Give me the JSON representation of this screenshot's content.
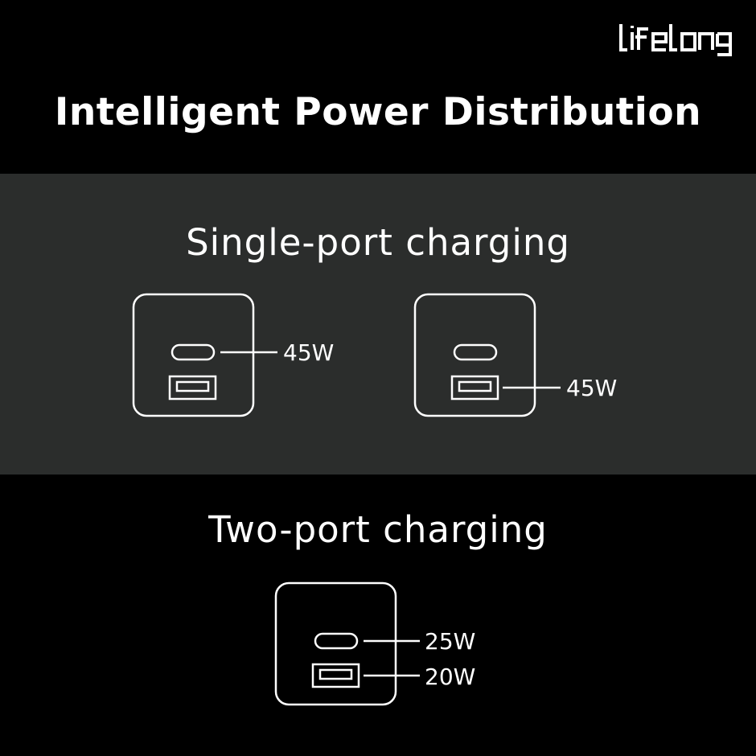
{
  "brand": {
    "logo_text": "lifelong"
  },
  "headline": "Intelligent Power Distribution",
  "single_port": {
    "title": "Single-port charging",
    "charger_a": {
      "usb_c_label": "45W"
    },
    "charger_b": {
      "usb_a_label": "45W"
    }
  },
  "two_port": {
    "title": "Two-port charging",
    "charger": {
      "usb_c_label": "25W",
      "usb_a_label": "20W"
    }
  },
  "colors": {
    "background": "#000000",
    "band": "#2b2d2c",
    "foreground": "#ffffff"
  }
}
